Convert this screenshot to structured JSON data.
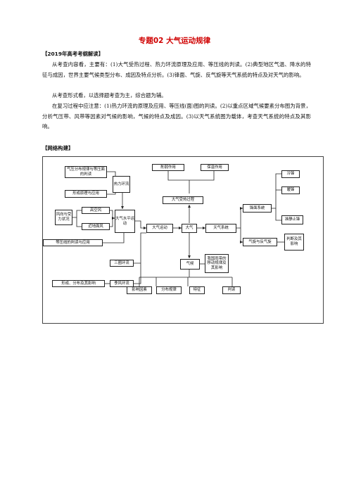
{
  "title": "专题02 大气运动规律",
  "section1_heading": "【2019年高考考纲解读】",
  "paragraphs": [
    "从考查内容看，主要有：(1)大气受热过程、热力环流原理及应用、等压线的判读。(2)典型地区气温、降水的特征与成因，世界主要气候类型分布、成因及特点分析。(3)锋面、气旋、反气旋等天气系统的特点及对天气的影响。",
    "从考查形式看，以选择题考查为主，综合题为辅。",
    "在复习过程中应注意：(1)热力环流的原理及应用、等压线(面)图的判读。(2)以重点区域气候要素分布图为背景，分析气压带、风带等因素对气候的影响，气候的特点及成因。(3)以天气系统图为载体，考查天气系统的特点及其影响。"
  ],
  "section2_heading": "【网络构建】",
  "diagram": {
    "pressure_rules": "气压分布规律与等压面的判读",
    "formation_apply": "形成原理与应用",
    "thermal_circ": "热力环流",
    "wind_force": "风向与受力状况",
    "high_wind": "高空风",
    "near_wind": "近地面风",
    "horiz_motion": "大气水平运动",
    "isobar_read": "等压线的判读与应用",
    "three_circ": "三圈环流",
    "formation_dist": "形成、分布及其影响",
    "monsoon": "季风环流",
    "weaken": "削弱作用",
    "insulate": "保温作用",
    "heating": "大气受热过程",
    "atm_motion": "大气运动",
    "atmosphere": "大气",
    "weather_sys": "天气系统",
    "front_sys": "锋面系统",
    "cold_front": "冷锋",
    "warm_front": "暖锋",
    "stationary": "准静止锋",
    "cyclone": "气旋与反气旋",
    "judge": "判断及其影响",
    "climate": "气候",
    "rainbelt": "我国雨带的移动规律及其影响",
    "factors": "影响因素",
    "distribution": "分布规律",
    "features": "特征",
    "judgement": "判读"
  }
}
